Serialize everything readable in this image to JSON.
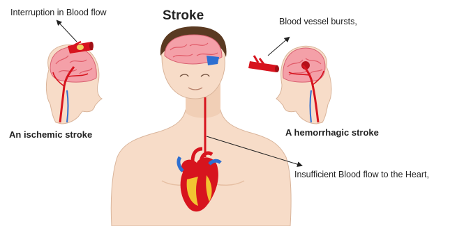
{
  "title": "Stroke",
  "labels": {
    "interruption": "Interruption in Blood flow",
    "vessel_bursts": "Blood vessel bursts,",
    "ischemic": "An ischemic stroke",
    "hemorrhagic": "A hemorrhagic stroke",
    "heart": "Insufficient Blood flow to the Heart,"
  },
  "colors": {
    "skin": "#f7dcc8",
    "skin_shade": "#e9c2a7",
    "brain": "#f4a0a8",
    "brain_fold": "#e0606e",
    "artery": "#d7141e",
    "vein": "#2e6fd1",
    "hair": "#5a3a22",
    "heart_yellow": "#f2c431"
  }
}
